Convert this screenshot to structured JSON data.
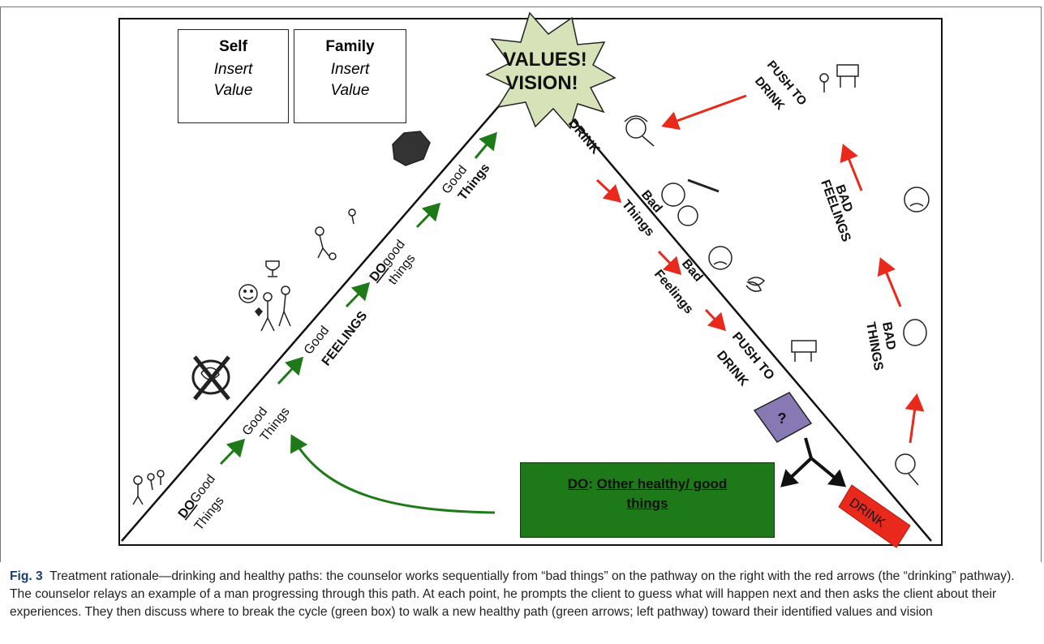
{
  "values_star": {
    "line1": "VALUES!",
    "line2": "VISION!"
  },
  "value_boxes": [
    {
      "title": "Self",
      "line1": "Insert",
      "line2": "Value"
    },
    {
      "title": "Family",
      "line1": "Insert",
      "line2": "Value"
    }
  ],
  "healthy_path": {
    "do_prefix": "DO",
    "step1_rest": "Good",
    "step1_line2": "Things",
    "step2_line1": "Good",
    "step2_line2": "Things",
    "step3_line1": "Good",
    "step3_line2": "FEELINGS",
    "step4_rest": "good",
    "step4_line2": "things",
    "step5_line1": "Good",
    "step5_line2": "Things"
  },
  "drinking_path": {
    "drink": "DRINK",
    "bad_things_line1": "Bad",
    "bad_things_line2": "Things",
    "bad_feelings_line1": "Bad",
    "bad_feelings_line2": "Feelings",
    "push_line1": "PUSH TO",
    "push_line2": "DRINK"
  },
  "right_cycle": {
    "bad_things_line1": "BAD",
    "bad_things_line2": "THINGS",
    "bad_feelings_line1": "BAD",
    "bad_feelings_line2": "FEELINGS",
    "push_line1": "PUSH TO",
    "push_line2": "DRINK"
  },
  "decision": {
    "question": "?",
    "drink_label": "DRINK"
  },
  "do_box": {
    "prefix": "DO",
    "separator": ": ",
    "line1": "Other healthy/ good",
    "line2": "things"
  },
  "caption": {
    "label": "Fig. 3",
    "text": "Treatment rationale—drinking and healthy paths: the counselor works sequentially from “bad things” on the pathway on the right with the red arrows (the “drinking” pathway). The counselor relays an example of a man progressing through this path. At each point, he prompts the client to guess what will happen next and then asks the client about their experiences. They then discuss where to break the cycle (green box) to walk a new healthy path (green arrows; left pathway) toward their identified values and vision"
  },
  "colors": {
    "green": "#1e7a18",
    "red": "#e8291b",
    "purple": "#8878b4",
    "star": "#d6e3b9"
  }
}
